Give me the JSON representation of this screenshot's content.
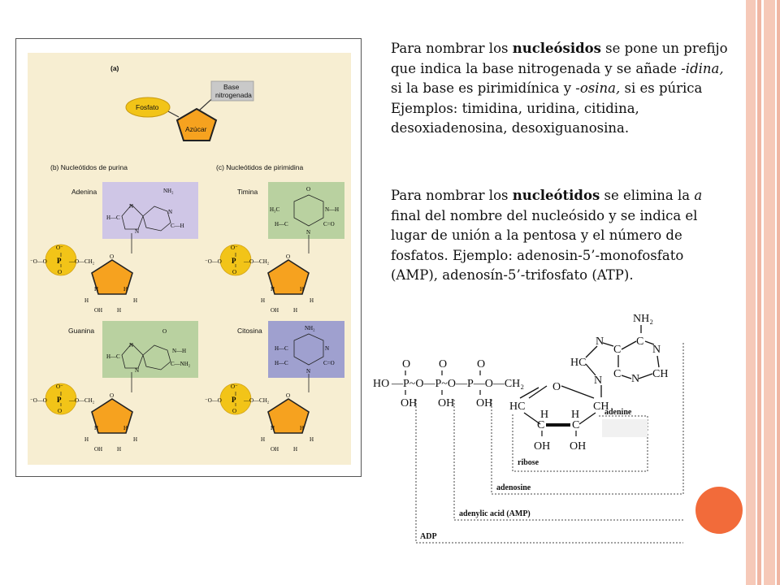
{
  "figure": {
    "panel_a": "(a)",
    "phosphate": "Fosfato",
    "sugar": "Azúcar",
    "base_line1": "Base",
    "base_line2": "nitrogenada",
    "panel_b": "(b)  Nucleótidos de purina",
    "panel_c": "(c)  Nucleótidos de pirimidina",
    "adenine": "Adenina",
    "guanine": "Guanina",
    "thymine": "Timina",
    "cytosine": "Citosina"
  },
  "paragraph1": {
    "t1": "Para nombrar los ",
    "b1": "nucleósidos",
    "t2": " se pone un prefijo que indica la base nitrogenada y se añade ",
    "i1": "-idina,",
    "t3": " si la base es pirimidínica y ",
    "i2": "-osina,",
    "t4": " si es púrica Ejemplos: timidina, uridina, citidina, desoxiadenosina, desoxiguanosina."
  },
  "paragraph2": {
    "t1": "Para nombrar los ",
    "b1": "nucleótidos",
    "t2": " se elimina la ",
    "i1": "a",
    "t3": " final del nombre del nucleósido y se indica el lugar de unión a la pentosa y el número de fosfatos. Ejemplo: adenosin-5’-monofosfato (AMP), adenosín-5’-trifosfato (ATP)."
  },
  "atp": {
    "adenine": "adenine",
    "ribose": "ribose",
    "adenosine": "adenosine",
    "amp": "adenylic acid (AMP)",
    "adp": "ADP"
  },
  "colors": {
    "stripe_pink": "#f6c9b8",
    "accent_orange": "#f26b3a",
    "phosphate_yellow": "#f2c418",
    "sugar_orange": "#f6a21f",
    "purine_lavender": "#cfc6e6",
    "thymine_green": "#b9d1a0",
    "cytosine_purple": "#9fa0cf",
    "base_gray": "#c9c9c9",
    "figure_bg": "#f7eed2"
  }
}
